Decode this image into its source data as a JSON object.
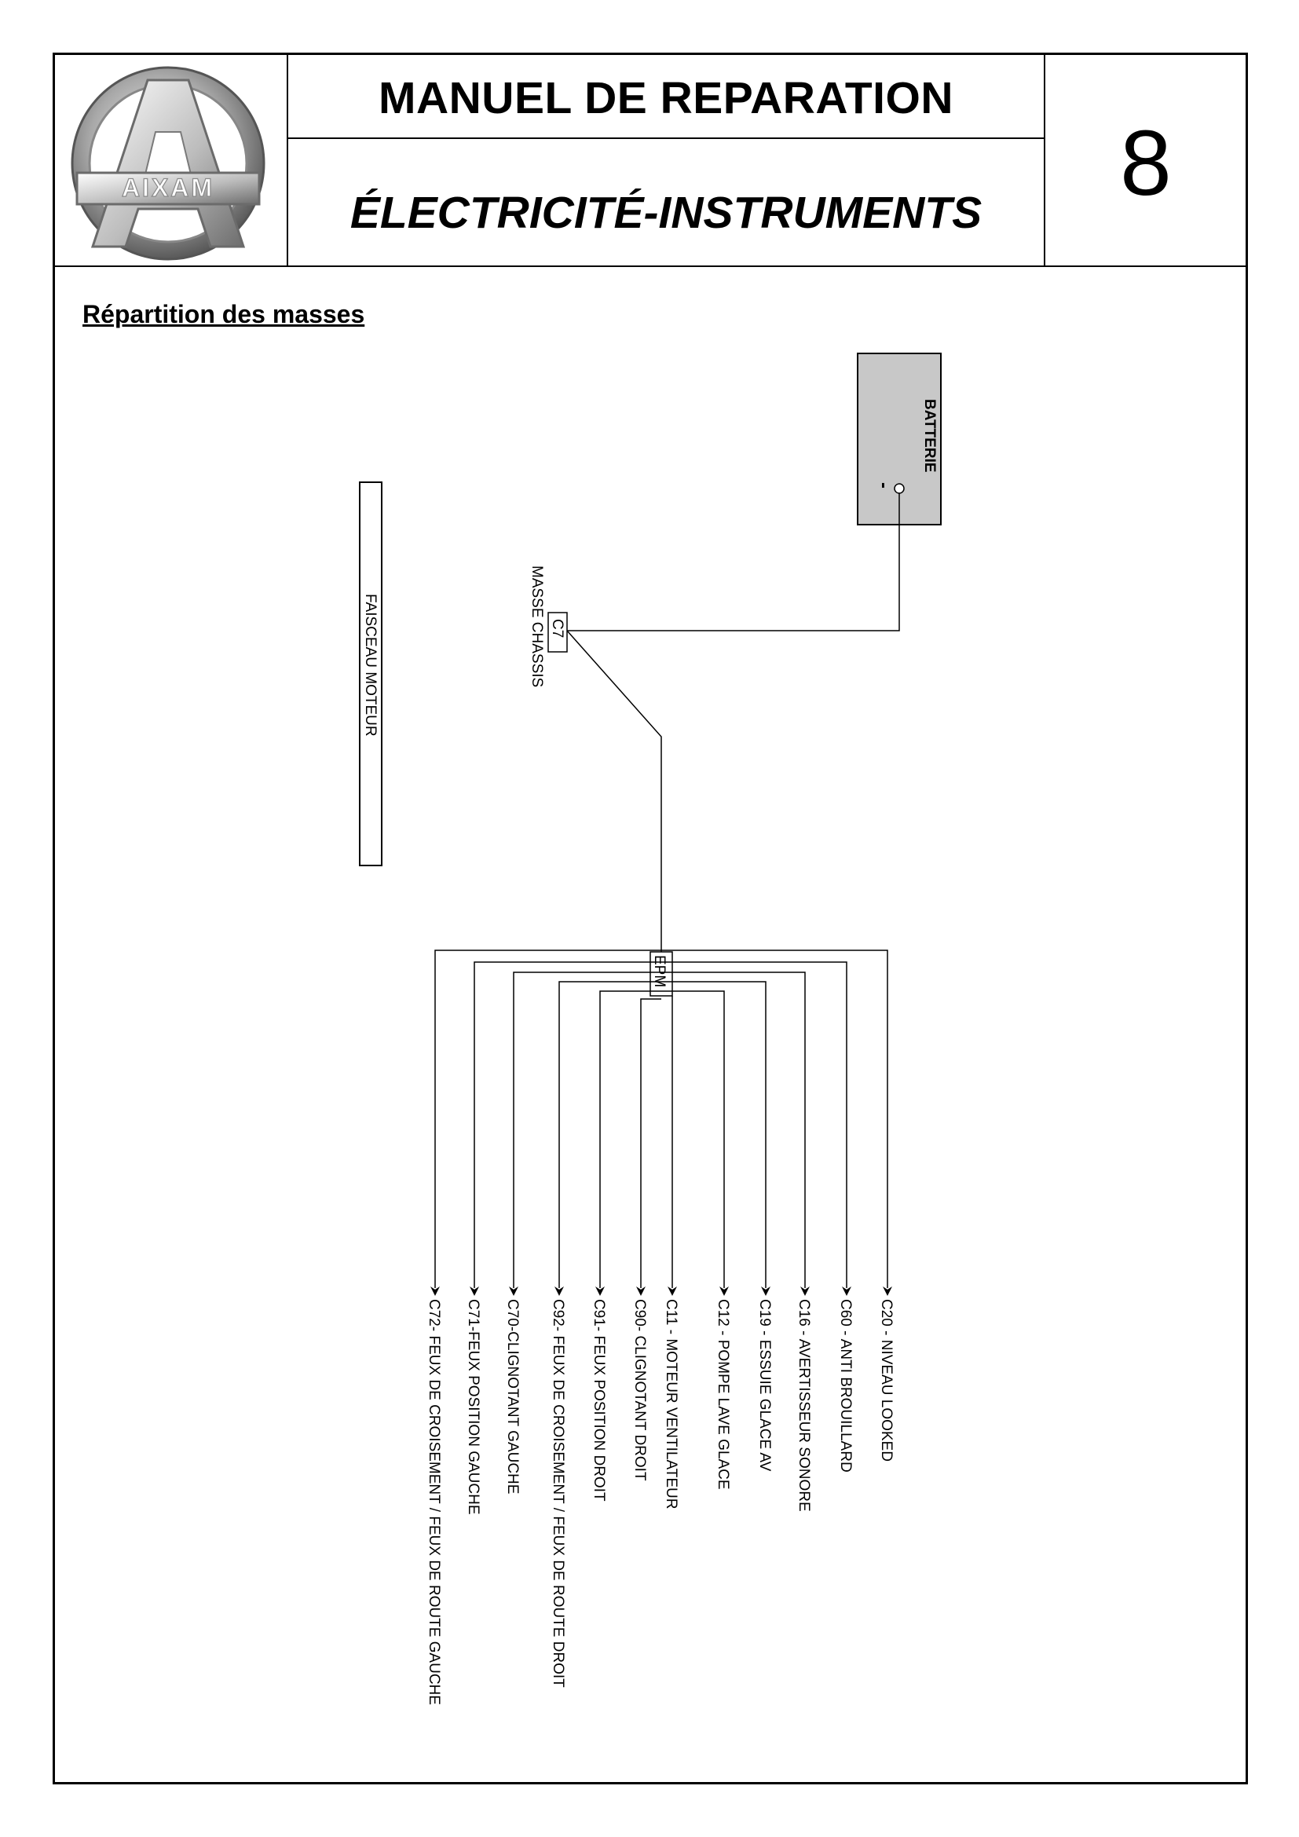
{
  "header": {
    "title": "MANUEL DE REPARATION",
    "subtitle": "ÉLECTRICITÉ-INSTRUMENTS",
    "chapter": "8",
    "logo_text": "AIXAM"
  },
  "section_title": "Répartition des masses",
  "diagram": {
    "battery": {
      "label": "BATTERIE",
      "terminal": "-"
    },
    "harness": {
      "label": "FAISCEAU MOTEUR"
    },
    "chassis_ground": {
      "code": "C7",
      "label": "MASSE CHASSIS"
    },
    "distribution_point": {
      "code": "EPM"
    },
    "connectors": [
      "C20 - NIVEAU LOOKED",
      "C60 - ANTI BROUILLARD",
      "C16 - AVERTISSEUR SONORE",
      "C19 - ESSUIE GLACE AV",
      "C12 - POMPE LAVE GLACE",
      "C11 - MOTEUR VENTILATEUR",
      "C90- CLIGNOTANT DROIT",
      "C91- FEUX POSITION DROIT",
      "C92- FEUX DE CROISEMENT / FEUX DE ROUTE DROIT",
      "C70-CLIGNOTANT GAUCHE",
      "C71-FEUX POSITION GAUCHE",
      "C72- FEUX DE CROISEMENT / FEUX DE ROUTE GAUCHE"
    ]
  },
  "colors": {
    "battery_fill": "#c8c8c8",
    "line": "#000000"
  }
}
